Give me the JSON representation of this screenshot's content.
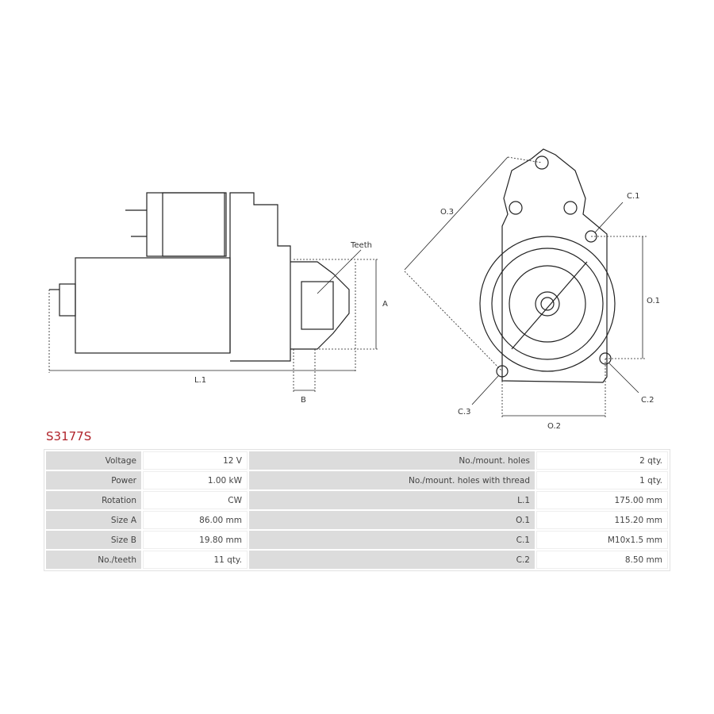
{
  "drawing": {
    "labels": {
      "teeth": "Teeth",
      "a": "A",
      "l1": "L.1",
      "b": "B",
      "o3": "O.3",
      "c1": "C.1",
      "o1": "O.1",
      "c2": "C.2",
      "c3": "C.3",
      "o2": "O.2"
    }
  },
  "title": "S3177S",
  "specs": [
    {
      "k1": "Voltage",
      "v1": "12 V",
      "k2": "No./mount. holes",
      "v2": "2 qty."
    },
    {
      "k1": "Power",
      "v1": "1.00 kW",
      "k2": "No./mount. holes with thread",
      "v2": "1 qty."
    },
    {
      "k1": "Rotation",
      "v1": "CW",
      "k2": "L.1",
      "v2": "175.00 mm"
    },
    {
      "k1": "Size A",
      "v1": "86.00 mm",
      "k2": "O.1",
      "v2": "115.20 mm"
    },
    {
      "k1": "Size B",
      "v1": "19.80 mm",
      "k2": "C.1",
      "v2": "M10x1.5 mm"
    },
    {
      "k1": "No./teeth",
      "v1": "11 qty.",
      "k2": "C.2",
      "v2": "8.50 mm"
    }
  ]
}
